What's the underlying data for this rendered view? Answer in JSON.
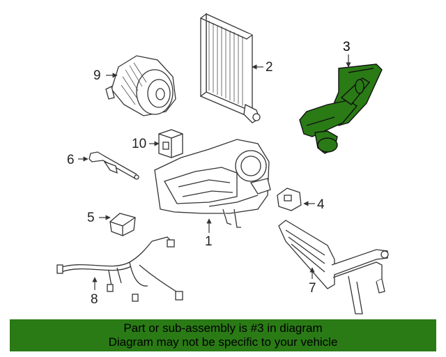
{
  "callouts": {
    "c1": "1",
    "c2": "2",
    "c3": "3",
    "c4": "4",
    "c5": "5",
    "c6": "6",
    "c7": "7",
    "c8": "8",
    "c9": "9",
    "c10": "10"
  },
  "highlighted_part": "3",
  "colors": {
    "highlight_fill": "#2a7a16",
    "line": "#333333",
    "banner_bg": "#2a7a16"
  },
  "banner": {
    "line1": "Part or sub-assembly is #3 in diagram",
    "line2": "Diagram may not be specific to your vehicle"
  }
}
